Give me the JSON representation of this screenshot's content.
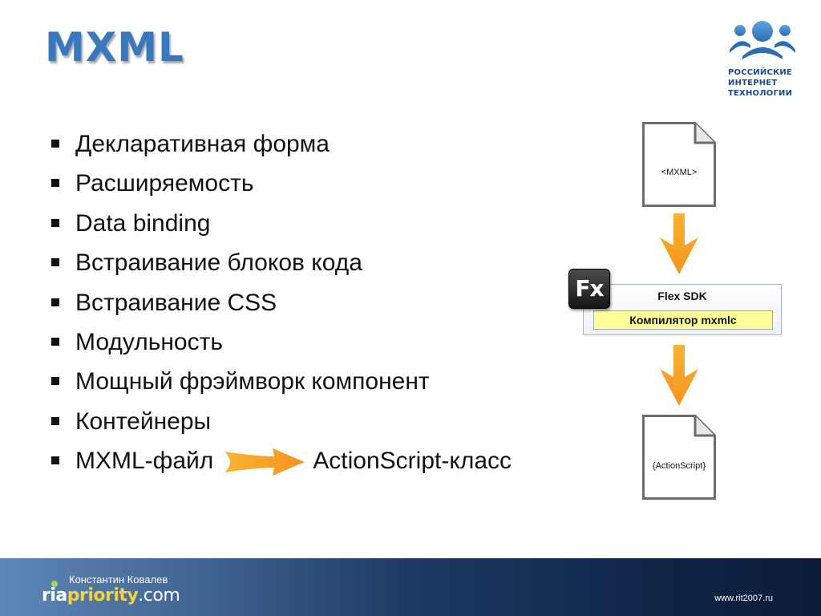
{
  "slide": {
    "title": "MXML"
  },
  "logo": {
    "icon": "people-group-icon",
    "lines": [
      "РОССИЙСКИЕ",
      "ИНТЕРНЕТ",
      "ТЕХНОЛОГИИ"
    ],
    "color": "#1b4a8e"
  },
  "bullets": [
    "Декларативная форма",
    "Расширяемость",
    "Data binding",
    "Встраивание блоков кода",
    "Встраивание CSS",
    "Модульность",
    "Мощный фрэймворк компонент",
    "Контейнеры"
  ],
  "last_bullet": {
    "from": "MXML-файл",
    "to": "ActionScript-класс",
    "arrow_icon": "right-arrow-icon"
  },
  "diagram": {
    "source_doc_label": "<MXML>",
    "sdk_icon_label": "Fx",
    "sdk_title": "Flex SDK",
    "compiler_label": "Компилятор mxmlc",
    "output_doc_label": "{ActionScript}",
    "arrow_color": "#f7941d"
  },
  "footer": {
    "author": "Константин Ковалев",
    "brand_ria": "ria",
    "brand_priority": "priority",
    "brand_com": ".com",
    "url": "www.rit2007.ru"
  }
}
